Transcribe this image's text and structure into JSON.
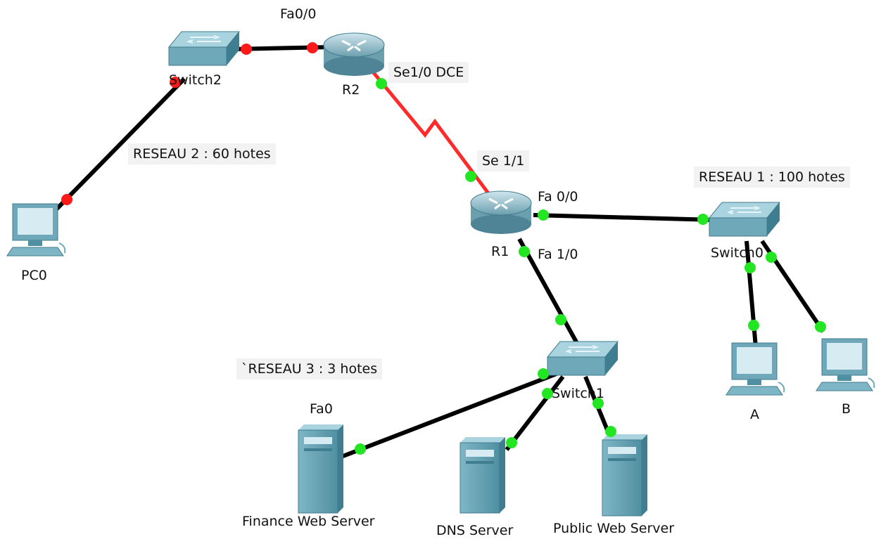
{
  "devices": {
    "pc0": {
      "name": "PC0",
      "icon": "pc-icon"
    },
    "switch2": {
      "name": "Switch2",
      "icon": "switch-icon"
    },
    "r2": {
      "name": "R2",
      "icon": "router-icon"
    },
    "r1": {
      "name": "R1",
      "icon": "router-icon"
    },
    "switch0": {
      "name": "Switch0",
      "icon": "switch-icon"
    },
    "switch1": {
      "name": "Switch1",
      "icon": "switch-icon"
    },
    "pc_a": {
      "name": "A",
      "icon": "pc-icon"
    },
    "pc_b": {
      "name": "B",
      "icon": "pc-icon"
    },
    "finance_server": {
      "name": "Finance Web Server",
      "icon": "server-icon"
    },
    "dns_server": {
      "name": "DNS Server",
      "icon": "server-icon"
    },
    "public_server": {
      "name": "Public Web Server",
      "icon": "server-icon"
    }
  },
  "interfaces": {
    "r2_fa00": "Fa0/0",
    "r2_se10": "Se1/0  DCE",
    "r1_se11": "Se 1/1",
    "r1_fa00": "Fa 0/0",
    "r1_fa10": "Fa 1/0",
    "finance_fa0": "Fa0"
  },
  "networks": {
    "reseau1": "RESEAU 1 : 100 hotes",
    "reseau2": "RESEAU 2 : 60 hotes",
    "reseau3": "`RESEAU 3 : 3 hotes"
  },
  "colors": {
    "link": "#000000",
    "serial_link": "#ff2a2a",
    "port_up": "#22e622",
    "port_down": "#ff1a1a",
    "device_body": "#6fa8b8",
    "device_dark": "#3f7d90",
    "device_light": "#a9d3df"
  }
}
